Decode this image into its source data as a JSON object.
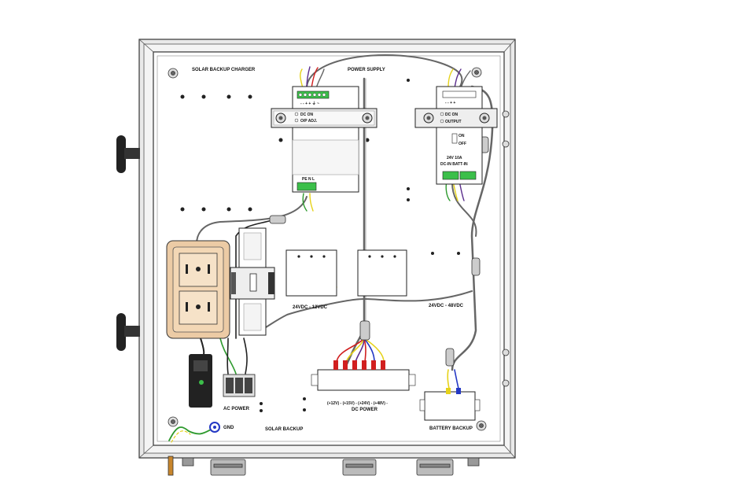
{
  "panel": {
    "labels": {
      "solar_backup_charger": "SOLAR BACKUP CHARGER",
      "power_supply": "POWER SUPPLY",
      "converter_12": "24VDC - 12VDC",
      "converter_48": "24VDC - 48VDC",
      "ac_power": "AC POWER",
      "gnd": "GND",
      "solar_backup": "SOLAR BACKUP",
      "dc_power": "DC POWER",
      "dc_rails": "(+12V)  -  (+15V)  -  (+24V)  -  (+48V)  -",
      "battery_backup": "BATTERY BACKUP"
    },
    "psu_main": {
      "terminal_marks": "- - + + ⏚ ~",
      "led_dc_on": "DC ON",
      "led_op_ok": "O/P ADJ.",
      "ac_marks": "PE N L"
    },
    "psu_right": {
      "terminal_marks": "- - + +",
      "led_dc_on": "DC ON",
      "led_op": "OUTPUT",
      "switch_on": "ON",
      "switch_off": "OFF",
      "rating": "24V 10A",
      "bottom_marks": "DC-IN  BATT-IN"
    },
    "colors": {
      "wire_red": "#d11f1f",
      "wire_yellow": "#e6d21a",
      "wire_purple": "#5a2d8c",
      "wire_blue": "#2438c4",
      "wire_green": "#2e9a2e",
      "outlet": "#f3d7b5",
      "terminal_green": "#3cbf4a"
    }
  }
}
